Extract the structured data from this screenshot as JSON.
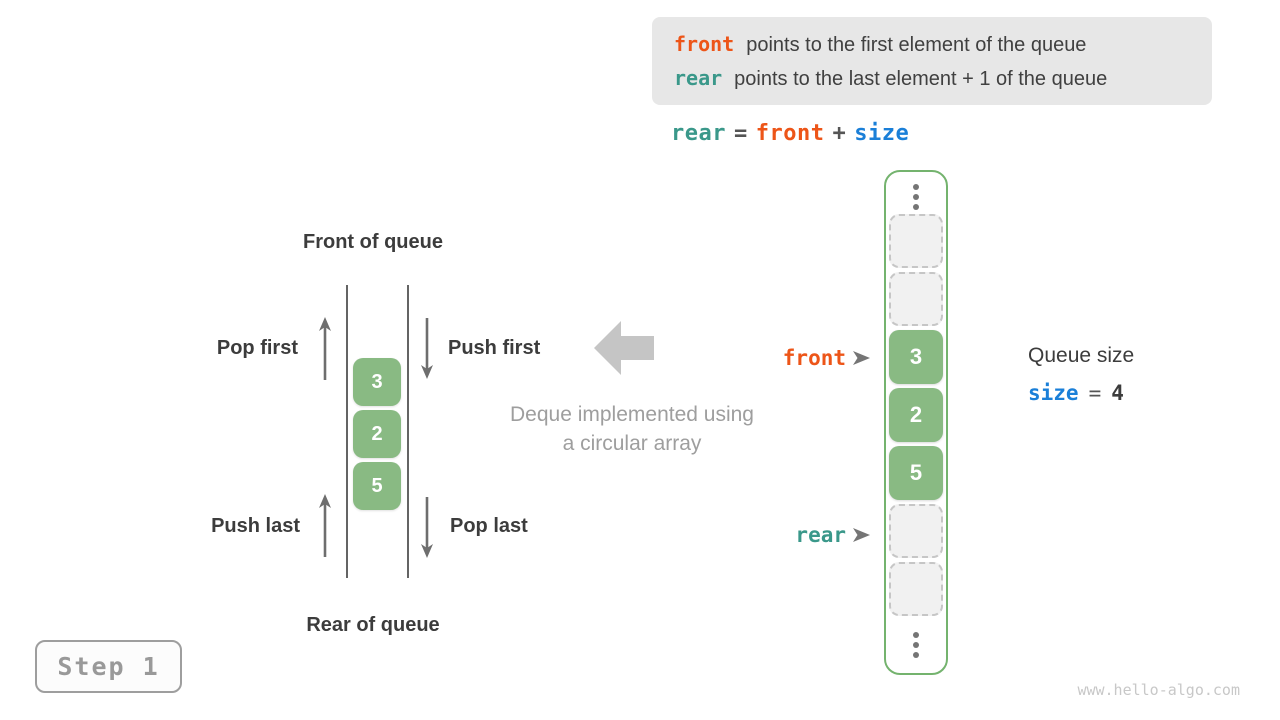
{
  "colors": {
    "front_orange": "#ed5518",
    "rear_teal": "#3a988a",
    "size_blue": "#1a7fd8",
    "cell_green": "#89ba83",
    "array_border_green": "#74b36e",
    "text_dark": "#3c3c3c",
    "caption_gray": "#9e9e9e",
    "arrow_gray": "#6e6e6e",
    "big_arrow_gray": "#c5c5c5",
    "info_box_bg": "#e7e7e7"
  },
  "info_box": {
    "lines": [
      {
        "keyword": "front",
        "text": "points to the first element of the queue"
      },
      {
        "keyword": "rear",
        "text": "points to the last element + 1 of the queue"
      }
    ]
  },
  "formula": {
    "lhs": "rear",
    "eq": "=",
    "operand1": "front",
    "op": "+",
    "operand2": "size"
  },
  "left_diagram": {
    "front_of_queue": "Front of queue",
    "rear_of_queue": "Rear of queue",
    "pop_first": "Pop first",
    "push_first": "Push first",
    "push_last": "Push last",
    "pop_last": "Pop last",
    "cells": [
      "3",
      "2",
      "5"
    ]
  },
  "center_caption": {
    "line1": "Deque implemented using",
    "line2": "a circular array"
  },
  "array": {
    "front_pointer": "front",
    "rear_pointer": "rear",
    "cells": [
      {
        "type": "empty"
      },
      {
        "type": "empty"
      },
      {
        "type": "filled",
        "value": "3"
      },
      {
        "type": "filled",
        "value": "2"
      },
      {
        "type": "filled",
        "value": "5"
      },
      {
        "type": "empty"
      },
      {
        "type": "empty"
      }
    ]
  },
  "queue_size": {
    "title": "Queue size",
    "variable": "size",
    "eq": "=",
    "value": "4"
  },
  "step_badge": "Step 1",
  "watermark": "www.hello-algo.com"
}
